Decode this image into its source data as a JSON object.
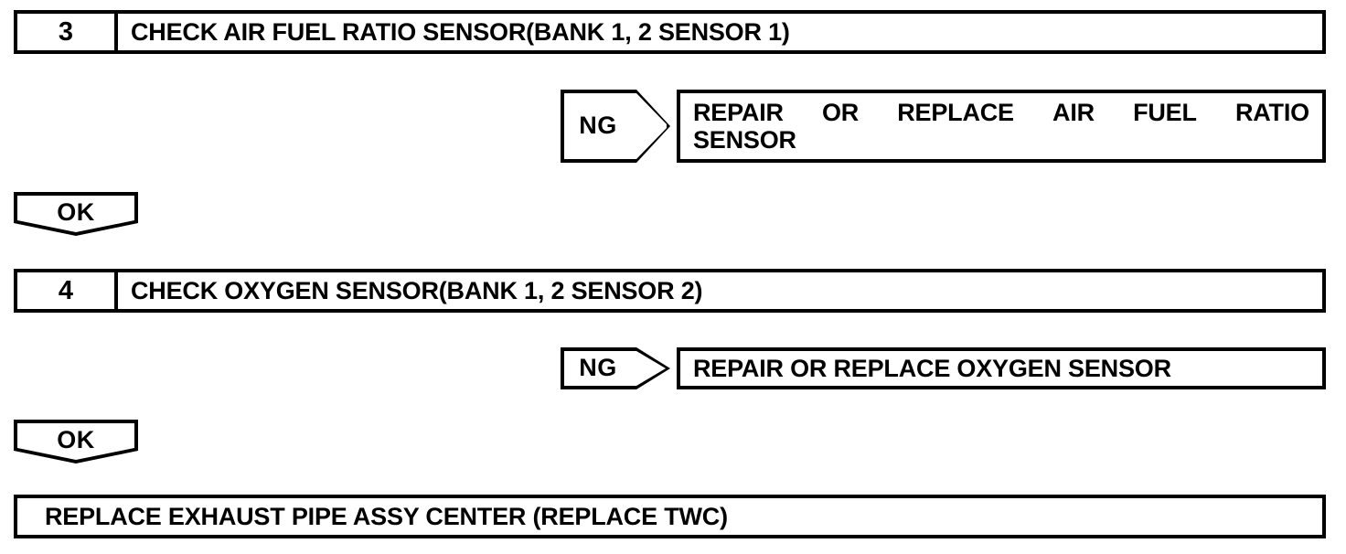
{
  "diagram": {
    "type": "troubleshooting-flowchart",
    "steps": [
      {
        "number": "3",
        "title": "CHECK AIR FUEL RATIO SENSOR(BANK 1, 2 SENSOR 1)",
        "ng_label": "NG",
        "ng_result_lines": [
          [
            "REPAIR",
            "OR",
            "REPLACE",
            "AIR",
            "FUEL",
            "RATIO"
          ],
          [
            "SENSOR"
          ]
        ],
        "ok_label": "OK"
      },
      {
        "number": "4",
        "title": "CHECK OXYGEN SENSOR(BANK 1, 2 SENSOR 2)",
        "ng_label": "NG",
        "ng_result_lines": [
          [
            "REPAIR OR REPLACE OXYGEN SENSOR"
          ]
        ],
        "ok_label": "OK"
      }
    ],
    "conclusion": "REPLACE EXHAUST PIPE ASSY CENTER (REPLACE TWC)",
    "colors": {
      "ink": "#000000",
      "paper": "#ffffff"
    }
  }
}
